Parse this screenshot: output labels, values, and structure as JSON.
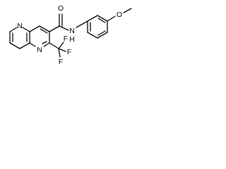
{
  "structure": {
    "colors": {
      "bond": "#000000",
      "label": "#000000",
      "background": "#ffffff"
    },
    "atom_labels": {
      "ring_n_top": "N",
      "ring_n_bottom": "N",
      "carbonyl_o": "O",
      "amide_n": "N",
      "amide_h": "H",
      "methoxy_o": "O",
      "fluorine_1": "F",
      "fluorine_2": "F",
      "fluorine_3": "F"
    }
  }
}
